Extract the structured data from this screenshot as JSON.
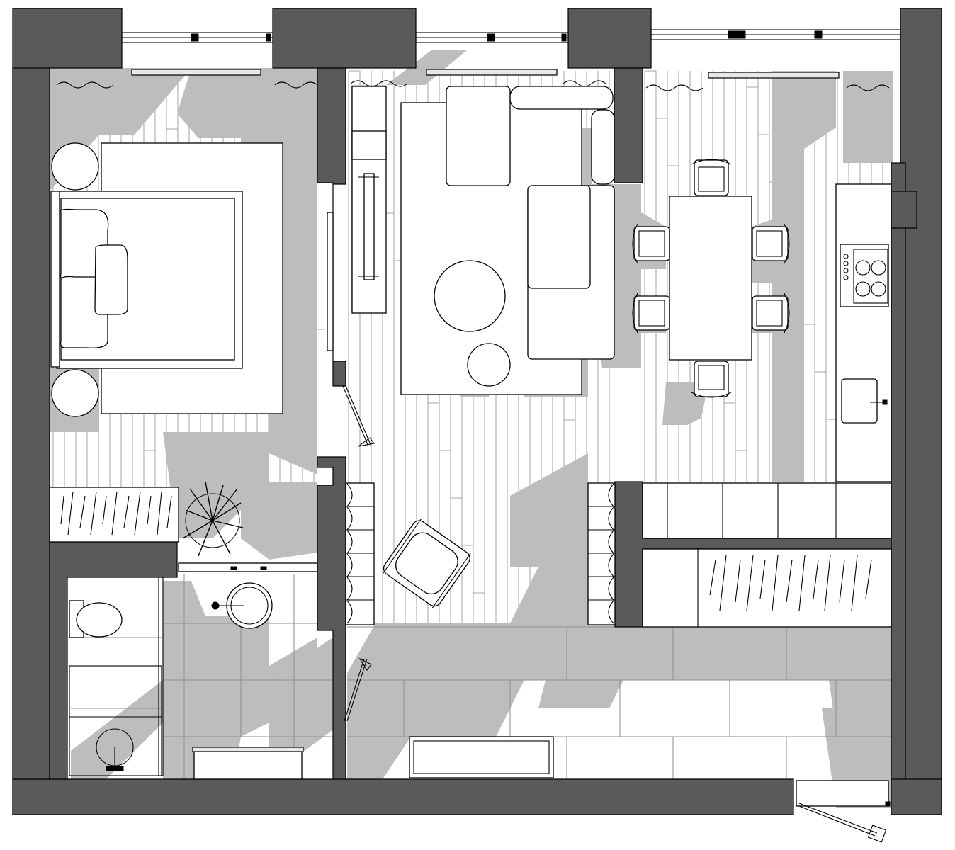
{
  "palette": {
    "wall": "#5a5a5a",
    "floor": "#ffffff",
    "shadow": "#bdbdbd",
    "line": "#000000",
    "plank": "#9a9a9a"
  },
  "rooms": [
    "bedroom",
    "living-room",
    "kitchen-dining",
    "bathroom",
    "hallway",
    "wardrobe-closet"
  ]
}
